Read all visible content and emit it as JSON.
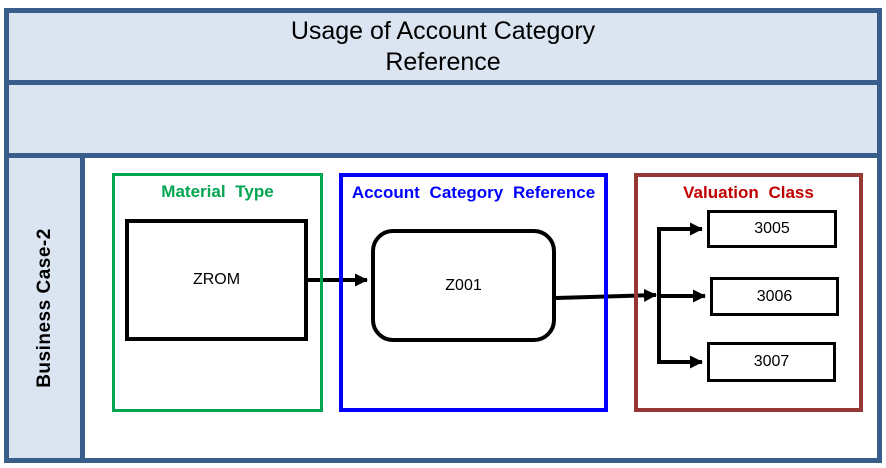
{
  "header": {
    "title_line1": "Usage of Account Category",
    "title_line2": "Reference"
  },
  "sidebar": {
    "label": "Business Case-2"
  },
  "diagram": {
    "material_type": {
      "title": "Material Type",
      "node": "ZROM",
      "accent": "#00A650"
    },
    "account_category_reference": {
      "title": "Account Category Reference",
      "node": "Z001",
      "accent": "#0000FF"
    },
    "valuation_class": {
      "title": "Valuation Class",
      "title_color": "#C00000",
      "border_color": "#953735",
      "nodes": [
        "3005",
        "3006",
        "3007"
      ]
    },
    "flow": "ZROM -> Z001 -> 3005/3006/3007"
  },
  "colors": {
    "frame_border": "#385D8A",
    "band_fill": "#DBE5F1",
    "connector": "#000000"
  }
}
